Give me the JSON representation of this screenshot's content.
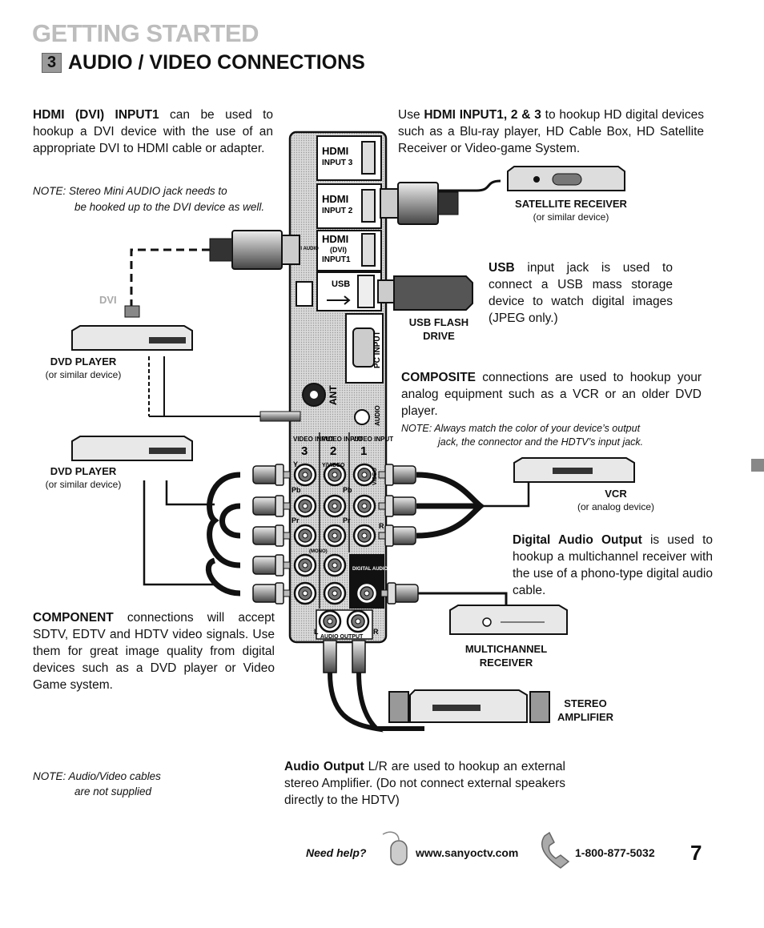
{
  "header": {
    "section": "GETTING STARTED",
    "step_number": "3",
    "title": "AUDIO / VIDEO CONNECTIONS"
  },
  "hdmi_dvi": {
    "bold": "HDMI (DVI) INPUT1",
    "text": " can be used to hookup a DVI device with the use of an appropriate DVI to HDMI cable or adapter.",
    "note_label": "NOTE",
    "note_first": ": Stereo Mini AUDIO jack needs to",
    "note_rest": "be hooked up to the DVI device as well."
  },
  "hdmi_all": {
    "pre": "Use ",
    "bold": "HDMI INPUT1, 2 & 3",
    "text": " to hookup HD digital devices such as a Blu-ray player, HD Cable Box, HD Satellite Receiver or Video-game System."
  },
  "usb": {
    "bold": "USB",
    "text": " input jack is used to connect a USB mass storage device to watch digital images (JPEG only.)"
  },
  "composite": {
    "bold": "COMPOSITE",
    "text": " connections are used to hookup your analog equipment such as a VCR or an older DVD player.",
    "note_label": "NOTE",
    "note_first": ": Always match the color of your device’s output",
    "note_rest": "jack, the connector and the HDTV’s input jack."
  },
  "digital_audio": {
    "bold": "Digital Audio Output",
    "text": " is used to hookup a multichannel receiver with the use of a phono-type digital audio cable."
  },
  "component": {
    "bold": "COMPONENT",
    "text": " connections will accept SDTV, EDTV and HDTV video signals. Use them for great image quality from digital devices such as a DVD player or Video Game system."
  },
  "cables_note": {
    "label": "NOTE",
    "first": ": Audio/Video  cables",
    "rest": "are not supplied"
  },
  "audio_output": {
    "bold": "Audio Output",
    "text": " L/R are used to hookup an external stereo Amplifier. (Do not connect external speakers directly to the HDTV)"
  },
  "devices": {
    "satellite": "SATELLITE RECEIVER",
    "satellite_sub": "(or similar device)",
    "usb_drive_1": "USB FLASH",
    "usb_drive_2": "DRIVE",
    "dvd1": "DVD PLAYER",
    "dvd1_sub": "(or similar device)",
    "dvd2": "DVD PLAYER",
    "dvd2_sub": "(or similar device)",
    "vcr": "VCR",
    "vcr_sub": "(or analog device)",
    "multi_1": "MULTICHANNEL",
    "multi_2": "RECEIVER",
    "amp_1": "STEREO",
    "amp_2": "AMPLIFIER",
    "dvi": "DVI"
  },
  "panel": {
    "hdmi3": "INPUT 3",
    "hdmi2": "INPUT 2",
    "hdmi1_dvi": "(DVI)",
    "hdmi1": "INPUT1",
    "hdmi_logo": "HDMI",
    "dvi_audio": "DVI AUDIO",
    "usb": "USB",
    "pc_input": "PC INPUT",
    "ant": "ANT",
    "audio": "AUDIO",
    "video_input": "VIDEO INPUT",
    "vi3": "3",
    "vi2": "2",
    "vi1": "1",
    "y": "Y",
    "yvideo": "Y/VIDEO",
    "video": "VIDEO",
    "pb": "Pb",
    "pr": "Pr",
    "l": "L",
    "r": "R",
    "mono": "(MONO)",
    "digital_audio_output": "DIGITAL AUDIO OUTPUT",
    "audio_output": "AUDIO OUTPUT"
  },
  "footer": {
    "help": "Need help?",
    "url": "www.sanyoctv.com",
    "phone": "1-800-877-5032",
    "page": "7"
  }
}
